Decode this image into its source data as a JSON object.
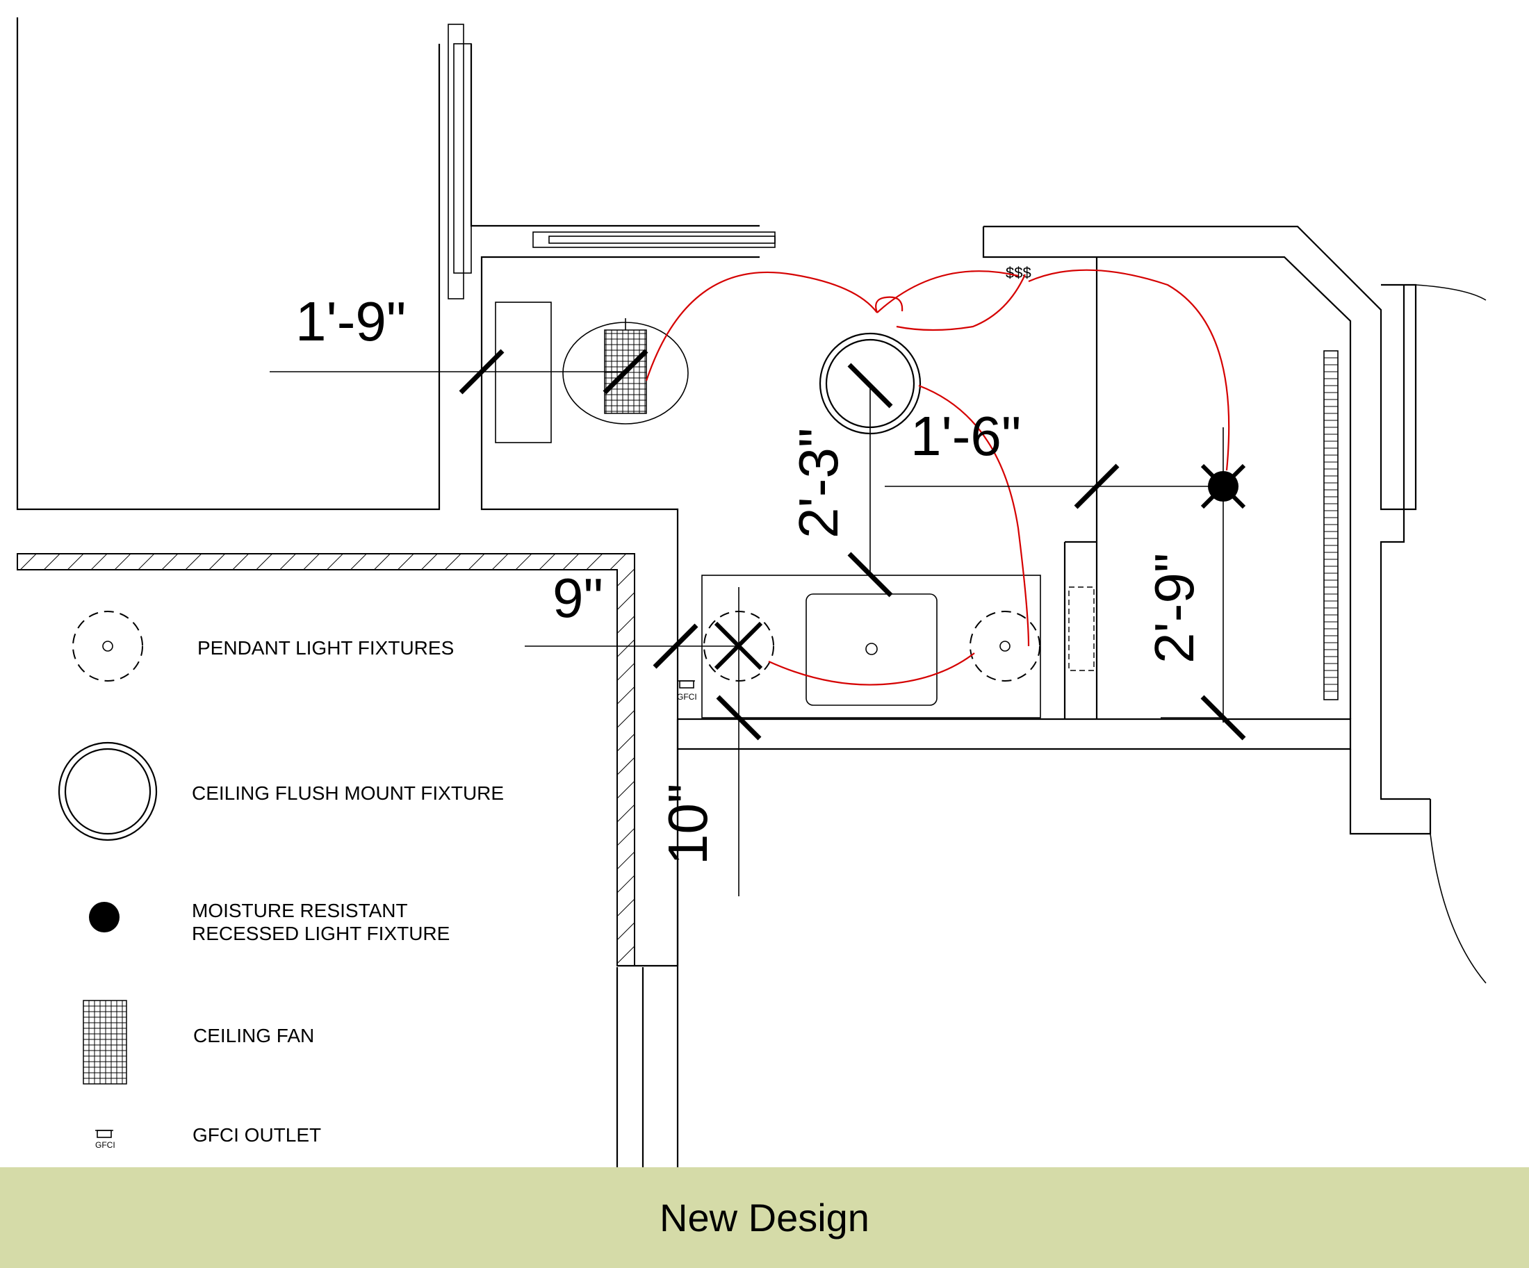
{
  "dimensions": {
    "d1": "1'-9\"",
    "d2": "1'-6\"",
    "d3": "2'-3\"",
    "d4": "9\"",
    "d5": "2'-9\"",
    "d6": "10\""
  },
  "legend": {
    "pendant": "PENDANT LIGHT FIXTURES",
    "flush": "CEILING FLUSH MOUNT FIXTURE",
    "recessed_line1": "MOISTURE RESISTANT",
    "recessed_line2": "RECESSED LIGHT FIXTURE",
    "fan": "CEILING FAN",
    "gfci": "GFCI OUTLET"
  },
  "symbols": {
    "gfci_tag": "GFCI",
    "switch_tag": "$$$"
  },
  "colors": {
    "wire": "#d50000",
    "footer_bg": "#d5dba8"
  },
  "footer": {
    "title": "New Design"
  }
}
